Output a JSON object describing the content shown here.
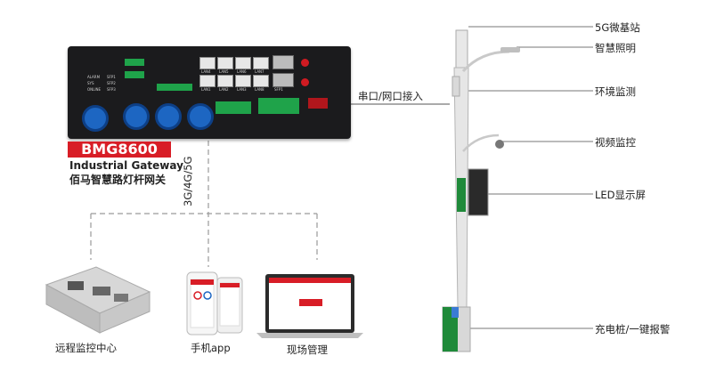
{
  "device": {
    "model": "BMG8600",
    "subtitle_en": "Industrial Gateway",
    "subtitle_cn": "佰马智慧路灯杆网关",
    "panel_labels": [
      "ALARM",
      "SYS",
      "ONLINE",
      "SFP1",
      "SFP2",
      "SFP3",
      "LAN4",
      "LAN5",
      "LAN6",
      "LAN7",
      "LAN1",
      "LAN2",
      "LAN3",
      "LAN8",
      "SFP1"
    ]
  },
  "link_label": "串口/网口接入",
  "network_label": "3G/4G/5G",
  "clients": [
    {
      "label": "远程监控中心"
    },
    {
      "label": "手机app"
    },
    {
      "label": "现场管理"
    }
  ],
  "pole_items": [
    {
      "label": "5G微基站"
    },
    {
      "label": "智慧照明"
    },
    {
      "label": "环境监测"
    },
    {
      "label": "视频监控"
    },
    {
      "label": "LED显示屏"
    },
    {
      "label": "充电桩/一键报警"
    }
  ],
  "colors": {
    "brand_red": "#d81d26",
    "antenna_blue": "#1d66c2",
    "terminal_green": "#1fa34a",
    "pole_green": "#1f8a3a",
    "dashed_line": "#9a9a9a"
  }
}
